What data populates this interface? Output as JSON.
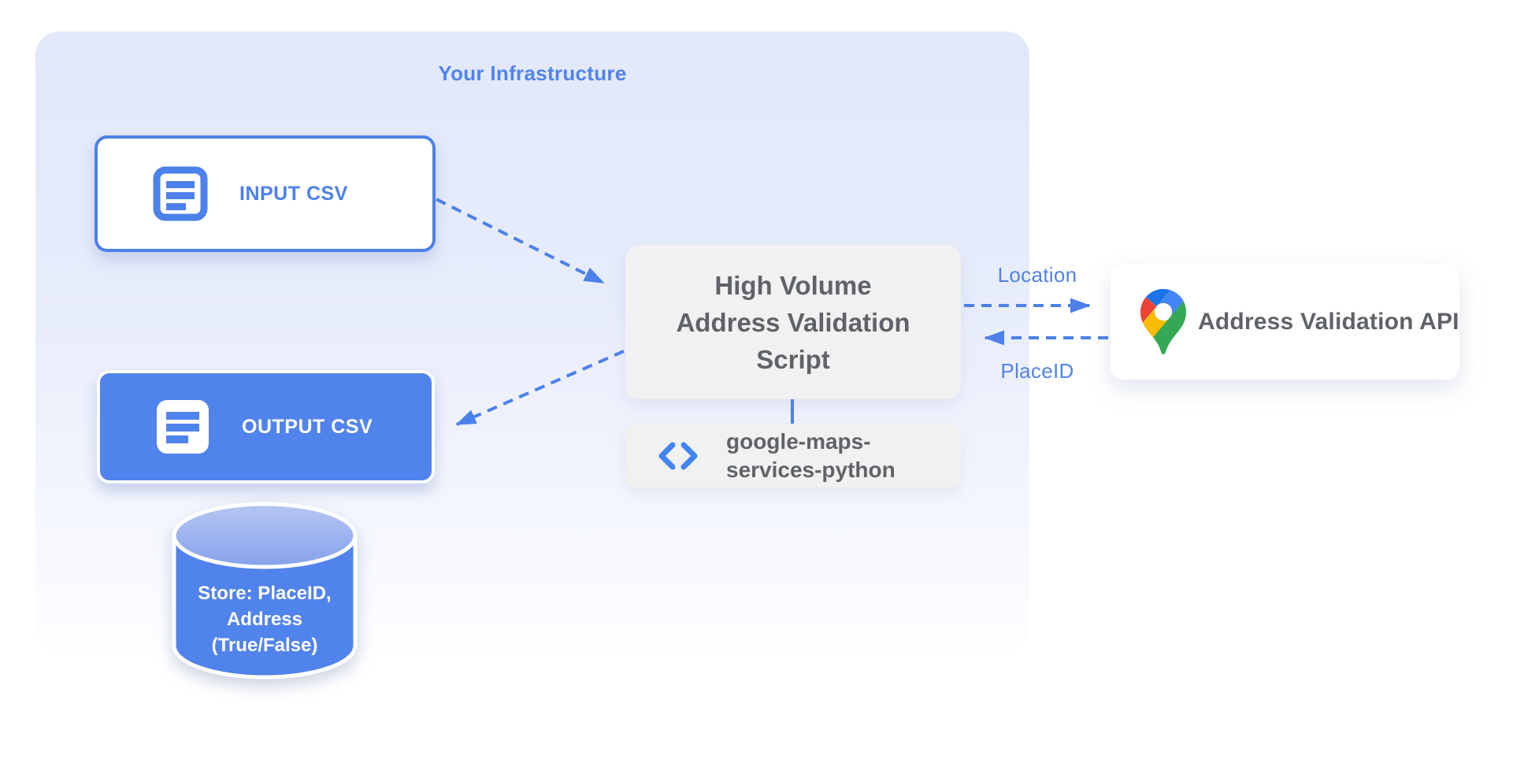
{
  "infrastructure": {
    "title": "Your Infrastructure"
  },
  "nodes": {
    "input_csv": {
      "label": "INPUT CSV"
    },
    "output_csv": {
      "label": "OUTPUT CSV"
    },
    "datastore": {
      "label_lines": [
        "Store: PlaceID,",
        "Address",
        "(True/False)"
      ]
    },
    "script": {
      "label_lines": [
        "High Volume",
        "Address Validation",
        "Script"
      ]
    },
    "library": {
      "label_lines": [
        "google-maps-",
        "services-python"
      ]
    },
    "api": {
      "label": "Address Validation API"
    }
  },
  "edges": {
    "location_label": "Location",
    "placeid_label": "PlaceID"
  },
  "icons": {
    "input_doc": "document-lines-icon",
    "output_doc": "document-lines-icon",
    "library_code": "code-brackets-icon",
    "api_pin": "google-maps-pin-icon",
    "datastore_shape": "database-cylinder"
  },
  "colors": {
    "arrow_blue": "#4c80ea",
    "box_blue": "#5183ec",
    "label_blue": "#5183ec",
    "gray_box": "#f1f1f1",
    "gray_text": "#5f6368",
    "container_top": "#e2e8fa",
    "container_bottom": "#fdfeff",
    "cylinder_top_light": "#b6c6f3",
    "cylinder_top_dark": "#86a2eb",
    "pin_dark_blue": "#1a73e8",
    "pin_blue": "#4285f4",
    "pin_red": "#ea4335",
    "pin_yellow": "#fbbc04",
    "pin_green": "#34a853"
  }
}
